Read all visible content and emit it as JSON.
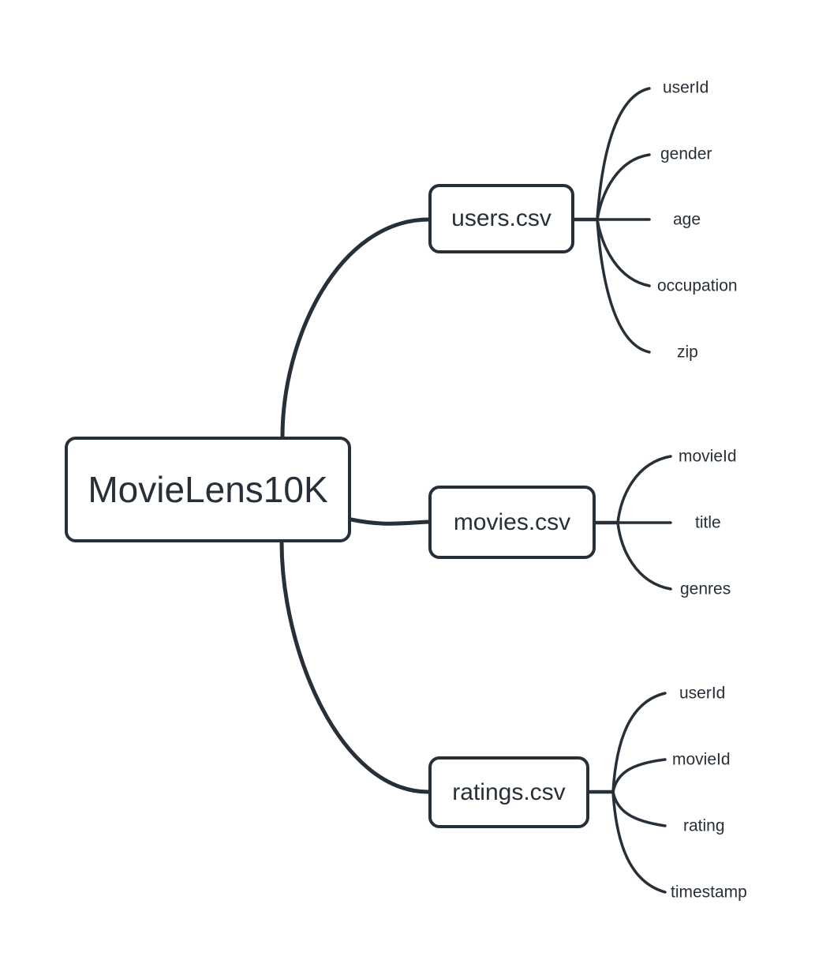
{
  "diagram": {
    "type": "mindmap",
    "root": {
      "label": "MovieLens10K"
    },
    "branches": [
      {
        "label": "users.csv",
        "children": [
          "userId",
          "gender",
          "age",
          "occupation",
          "zip"
        ]
      },
      {
        "label": "movies.csv",
        "children": [
          "movieId",
          "title",
          "genres"
        ]
      },
      {
        "label": "ratings.csv",
        "children": [
          "userId",
          "movieId",
          "rating",
          "timestamp"
        ]
      }
    ],
    "colors": {
      "stroke": "#272f38",
      "text": "#272f38",
      "background": "#ffffff"
    }
  }
}
